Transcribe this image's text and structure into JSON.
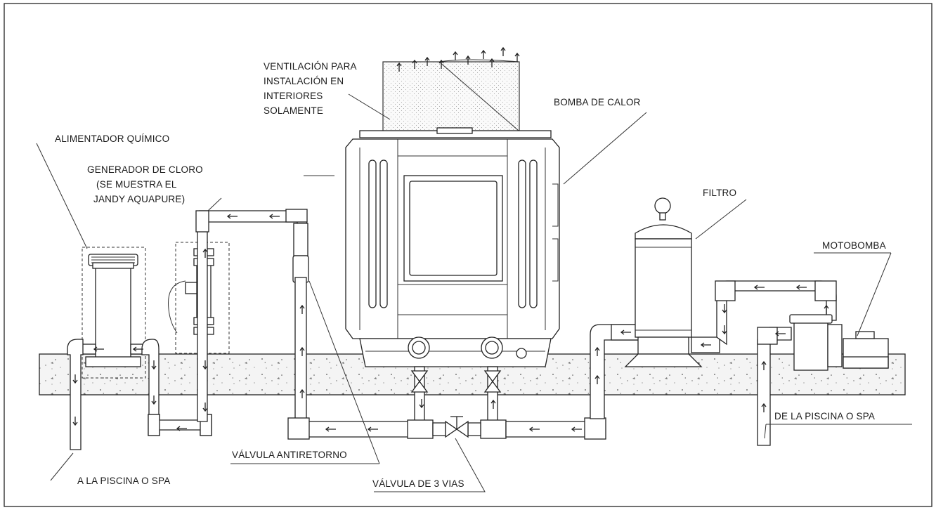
{
  "labels": {
    "ventilation": [
      "VENTILACIÓN PARA",
      "INSTALACIÓN EN",
      "INTERIORES",
      "SOLAMENTE"
    ],
    "heat_pump": "BOMBA DE CALOR",
    "chemical_feeder": "ALIMENTADOR QUÍMICO",
    "chlorine_generator": [
      "GENERADOR DE CLORO",
      "(SE MUESTRA EL",
      "JANDY AQUAPURE)"
    ],
    "filter": "FILTRO",
    "motor_pump": "MOTOBOMBA",
    "check_valve": "VÁLVULA ANTIRETORNO",
    "three_way_valve": "VÁLVULA DE 3 VIAS",
    "to_pool": "A LA PISCINA O SPA",
    "from_pool": "DE LA PISCINA O SPA"
  },
  "colors": {
    "line": "#222222",
    "background": "#ffffff",
    "ground_fill": "#f3f3f3"
  }
}
